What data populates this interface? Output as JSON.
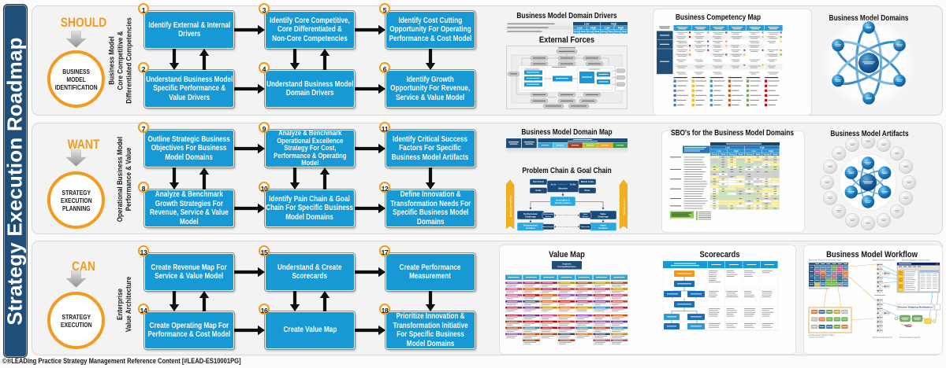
{
  "page": {
    "footer": "©®LEADing Practice Strategy Management Reference Content [#LEAD-ES10001PG]"
  },
  "sidebar": {
    "title": "Strategy Execution Roadmap"
  },
  "colors": {
    "accent_orange": "#F29B1E",
    "process_blue": "#1799D6",
    "navy": "#1F4E79",
    "light_blue": "#29A9E1",
    "panel_gray": "#F3F3F3",
    "arrow_black": "#0E0E0E"
  },
  "rows": [
    {
      "keyword": "SHOULD",
      "circle": "BUSINESS\nMODEL\nIDENTIFICATION",
      "axis": "Business Model\nCore Competitive &\nDifferentiated Competencies",
      "boxes": [
        {
          "num": "1",
          "label": "Identify External & Internal\nDrivers"
        },
        {
          "num": "2",
          "label": "Understand Business Model\nSpecific Performance &\nValue Drivers"
        },
        {
          "num": "3",
          "label": "Identify Core Competitive,\nCore Differentiated &\nNon-Core Competencies"
        },
        {
          "num": "4",
          "label": "Understand Business Model\nDomain Drivers"
        },
        {
          "num": "5",
          "label": "Identify Cost Cutting\nOpportunity For Operating\nPerformance & Cost Model"
        },
        {
          "num": "6",
          "label": "Identify Growth\nOpportunity For Revenue,\nService & Value Model"
        }
      ]
    },
    {
      "keyword": "WANT",
      "circle": "STRATEGY\nEXECUTION\nPLANNING",
      "axis": "Operational Business Model\nPerformance & Value",
      "boxes": [
        {
          "num": "7",
          "label": "Outline Strategic Business\nObjectives For Business\nModel Domains"
        },
        {
          "num": "8",
          "label": "Analyze & Benchmark\nGrowth Strategies For\nRevenue, Service & Value\nModel"
        },
        {
          "num": "9",
          "label": "Analyze & Benchmark\nOperational Excellence\nStrategy For Cost,\nPerformance & Operating\nModel"
        },
        {
          "num": "10",
          "label": "Identify Pain Chain & Goal\nChain For Specific Business\nModel Domains"
        },
        {
          "num": "11",
          "label": "Identify Critical Success\nFactors For Specific\nBusiness Model Artifacts"
        },
        {
          "num": "12",
          "label": "Define Innovation &\nTransformation Needs For\nSpecific Business Model\nDomains"
        }
      ]
    },
    {
      "keyword": "CAN",
      "circle": "STRATEGY\nEXECUTION",
      "axis": "Enterprise\nValue Architecture",
      "boxes": [
        {
          "num": "13",
          "label": "Create Revenue Map For\nService & Value Model"
        },
        {
          "num": "14",
          "label": "Create Operating Map For\nPerformance & Cost Model"
        },
        {
          "num": "15",
          "label": "Understand & Create\nScorecards"
        },
        {
          "num": "16",
          "label": "Create Value Map"
        },
        {
          "num": "17",
          "label": "Create Performance\nMeasurement"
        },
        {
          "num": "18",
          "label": "Prioritize Innovation &\nTransformation Initiative\nFor Specific Business\nModel Domains"
        }
      ]
    }
  ],
  "thumbs": {
    "domain_drivers": {
      "title": "Business Model Domain Drivers",
      "level_cells": [
        "Low",
        "High"
      ],
      "sub_cells": [
        "Low",
        "High",
        "Low",
        "High"
      ],
      "rating_cells": [
        "Strong",
        "Weak",
        "Strong",
        "Weak",
        "Strong",
        "Weak",
        "Strong",
        "Weak"
      ]
    },
    "external_forces": {
      "title": "External Forces"
    },
    "competency_map": {
      "title": "Business Competency Map"
    },
    "domains": {
      "title": "Business Model Domains"
    },
    "domain_map": {
      "title": "Business Model Domain Map"
    },
    "problem_chain": {
      "title": "Problem Chain & Goal Chain",
      "banner_left": "PROBLEM CHAIN",
      "banner_right": "GOAL CHAIN",
      "pain_points": [
        "Pain Points"
      ],
      "goals": [
        "Goals"
      ],
      "market_goals": [
        "Market Goals"
      ],
      "risks": [
        "Risks"
      ],
      "situation": [
        "As-Is",
        "To-Be",
        "Situation"
      ],
      "innovation": [
        "Innovation &",
        "Transformation"
      ],
      "perf_challenge": [
        "Performance",
        "Challenge"
      ],
      "value_challenge": [
        "Value",
        "Challenge"
      ],
      "perf_drivers": [
        "Performance",
        "Drivers"
      ],
      "value_drivers": [
        "Value",
        "Drivers"
      ],
      "perf_solution": [
        "Performance",
        "Solution"
      ],
      "value_solution": [
        "Value",
        "Solution"
      ],
      "measurements": [
        "Measurements"
      ],
      "scorecards": [
        "Scorecards"
      ]
    },
    "sbo": {
      "title": "SBO's for the Business Model Domains",
      "level_cells": [
        "Low",
        "High"
      ],
      "sub_cells": [
        "Low",
        "High",
        "Low",
        "High"
      ],
      "rating_cells": [
        "Strong",
        "Weak",
        "Strong",
        "Weak",
        "Strong",
        "Weak",
        "Strong",
        "Weak"
      ]
    },
    "artifacts": {
      "title": "Business Model Artifacts"
    },
    "value_map": {
      "title": "Value Map",
      "top_box": [
        "Improve",
        "Competitiveness"
      ]
    },
    "scorecards": {
      "title": "Scorecards"
    },
    "workflow": {
      "title": "Business Model Workflow",
      "captions": [
        "Business Model (Competency view)",
        "Business Process (level 3)",
        "Business Blueprint (System view)",
        "Process Steps (level 4)",
        "Process Activity (level 5)",
        "Service Model (Service Tasks)"
      ],
      "notification": "Receive Shipping Notification"
    }
  }
}
